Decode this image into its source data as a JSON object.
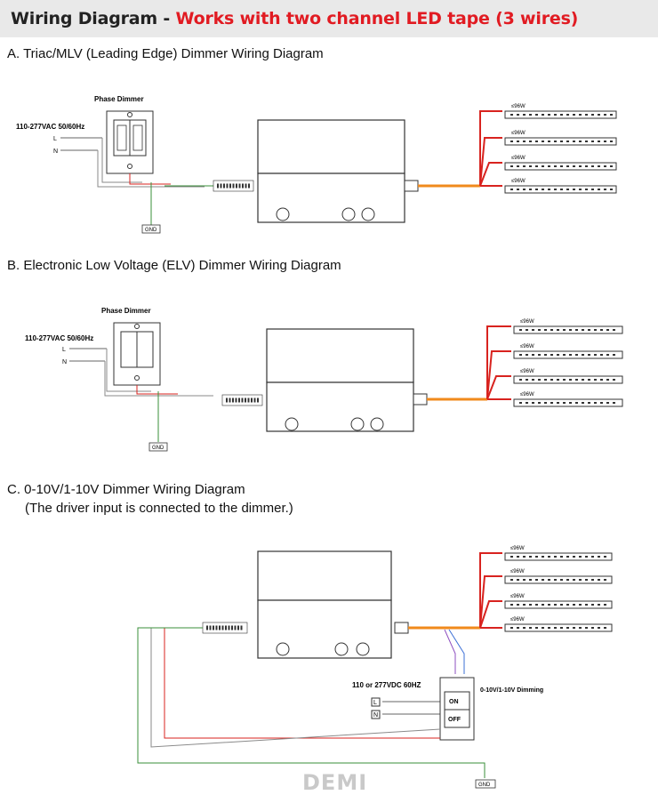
{
  "header": {
    "title_prefix": "Wiring Diagram - ",
    "title_accent": "Works with two channel LED tape (3 wires)"
  },
  "sections": [
    {
      "title": "A. Triac/MLV (Leading Edge) Dimmer Wiring Diagram",
      "dimmer_label": "Phase Dimmer",
      "input_label": "110-277VAC 50/60Hz",
      "l_label": "L",
      "n_label": "N",
      "gnd_label": "GND",
      "strip_labels": [
        "≤96W",
        "≤96W",
        "≤96W",
        "≤96W"
      ]
    },
    {
      "title": "B. Electronic Low Voltage (ELV) Dimmer Wiring Diagram",
      "dimmer_label": "Phase Dimmer",
      "input_label": "110-277VAC 50/60Hz",
      "l_label": "L",
      "n_label": "N",
      "gnd_label": "GND",
      "strip_labels": [
        "≤96W",
        "≤96W",
        "≤96W",
        "≤96W"
      ]
    },
    {
      "title": "C. 0-10V/1-10V Dimmer Wiring Diagram",
      "subtitle": "(The driver input is connected to the dimmer.)",
      "input_label": "110 or 277VDC 60HZ",
      "l_label": "L",
      "n_label": "N",
      "on_label": "ON",
      "off_label": "OFF",
      "dimming_label": "0-10V/1-10V Dimming",
      "gnd_label": "GND",
      "strip_labels": [
        "≤96W",
        "≤96W",
        "≤96W",
        "≤96W"
      ]
    }
  ],
  "watermark": "DEMI",
  "colors": {
    "accent": "#e11b22",
    "wire_red": "#d8231f",
    "wire_orange": "#f08a1c",
    "wire_green": "#3a8f3a",
    "wire_gray": "#8a8a8a",
    "wire_purple": "#8e4fc0",
    "wire_blue": "#3b6fd6"
  }
}
